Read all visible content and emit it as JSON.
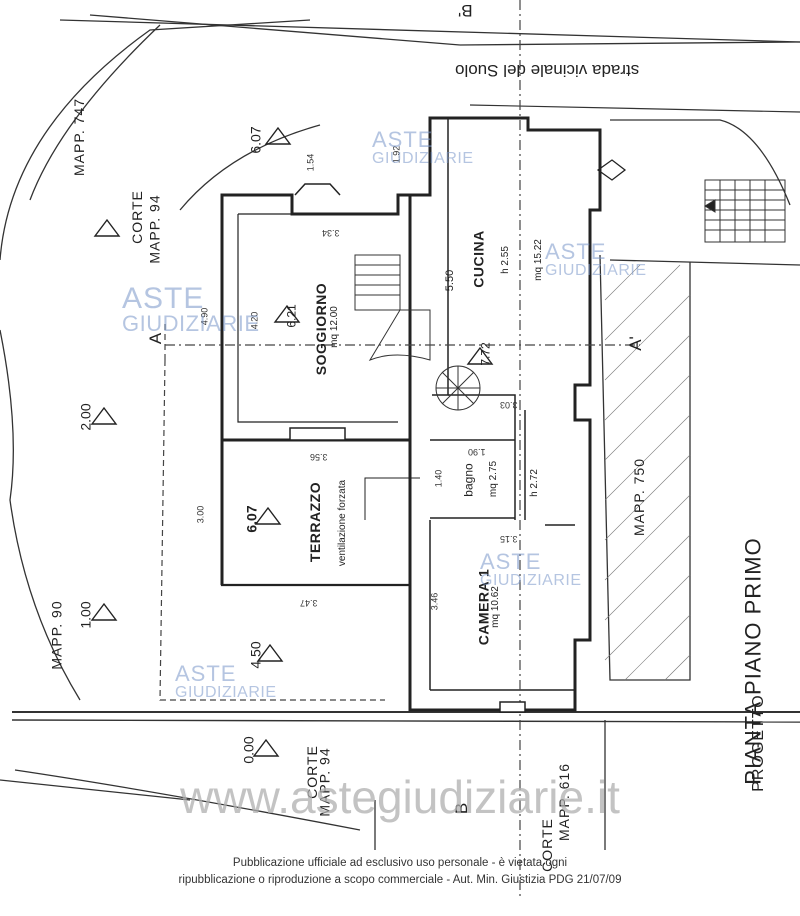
{
  "plan": {
    "road_label": "strada vicinale del Suolo",
    "mapp_747": "MAPP. 747",
    "corte_94_top": "CORTE",
    "corte_94_top_sub": "MAPP. 94",
    "mapp_90": "MAPP. 90",
    "mapp_750": "MAPP. 750",
    "corte_94_bottom": "CORTE",
    "corte_94_bottom_sub": "MAPP. 94",
    "corte_616": "CORTE",
    "corte_616_sub": "MAPP. 616",
    "rooms": {
      "soggiorno": "SOGGIORNO",
      "soggiorno_area": "mq 12.00",
      "cucina": "CUCINA",
      "cucina_h": "h 2.55",
      "cucina_area": "mq 15.22",
      "bagno": "bagno",
      "bagno_area": "mq 2.75",
      "corridor_h": "h 2.72",
      "camera": "CAMERA 1",
      "camera_area": "mq 10.62",
      "terrazzo": "TERRAZZO",
      "terrazzo_note": "ventilazione forzata"
    },
    "elevations": {
      "e607_top": "6.07",
      "e200": "2.00",
      "e100": "1.00",
      "e450": "4.50",
      "e000": "0.00",
      "e607_terrace": "6.07",
      "e621": "6.21",
      "e772": "7.72",
      "e550": "5.50"
    },
    "dimensions": {
      "d154": "1.54",
      "d192": "1.92",
      "d334": "3.34",
      "d490": "4.90",
      "d420": "4.20",
      "d356": "3.56",
      "d300": "3.00",
      "d347": "3.47",
      "d303": "3.03",
      "d190": "1.90",
      "d140": "1.40",
      "d315": "3.15",
      "d346": "3.46"
    },
    "sections": {
      "a": "A",
      "a_prime": "A'",
      "b": "B",
      "b_prime": "B'"
    }
  },
  "title": {
    "main": "PIANTA PIANO PRIMO",
    "sub": "PROGETTO"
  },
  "watermark": {
    "line1": "ASTE",
    "line2": "GIUDIZIARIE",
    "site": "www.astegiudiziarie.it",
    "color": "#7896c8"
  },
  "footer": {
    "line1": "Pubblicazione ufficiale ad esclusivo uso personale - è vietata ogni",
    "line2": "ripubblicazione o riproduzione a scopo commerciale - Aut. Min. Giustizia PDG 21/07/09"
  }
}
